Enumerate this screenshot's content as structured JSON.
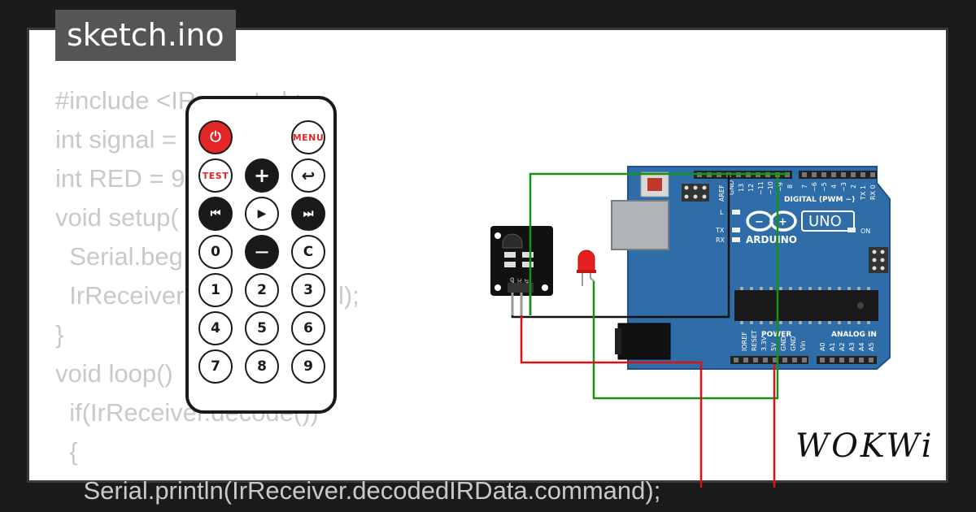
{
  "title": "sketch.ino",
  "code_lines": [
    "#include <IRremote.h>",
    "int signal = ",
    "int RED = 9",
    "void setup(",
    "  Serial.beg",
    "  IrReceiver                      l);",
    "}",
    "void loop()",
    "  if(IrReceiver.decode())",
    "  {",
    "    Serial.println(IrReceiver.decodedIRData.command);"
  ],
  "remote": {
    "buttons": [
      {
        "name": "power-button",
        "label": "⏻",
        "style": "red"
      },
      {
        "name": "menu-button",
        "label": "MENU",
        "style": "white-small"
      },
      {
        "name": "test-button",
        "label": "TEST",
        "style": "white-small"
      },
      {
        "name": "plus-button",
        "label": "+",
        "style": "black"
      },
      {
        "name": "back-button",
        "label": "↩",
        "style": "white"
      },
      {
        "name": "prev-button",
        "label": "⏮",
        "style": "black"
      },
      {
        "name": "play-button",
        "label": "▶",
        "style": "white"
      },
      {
        "name": "next-button",
        "label": "⏭",
        "style": "black"
      },
      {
        "name": "zero-button",
        "label": "0",
        "style": "white"
      },
      {
        "name": "minus-button",
        "label": "—",
        "style": "black"
      },
      {
        "name": "c-button",
        "label": "C",
        "style": "white"
      },
      {
        "name": "one-button",
        "label": "1",
        "style": "white"
      },
      {
        "name": "two-button",
        "label": "2",
        "style": "white"
      },
      {
        "name": "three-button",
        "label": "3",
        "style": "white"
      },
      {
        "name": "four-button",
        "label": "4",
        "style": "white"
      },
      {
        "name": "five-button",
        "label": "5",
        "style": "white"
      },
      {
        "name": "six-button",
        "label": "6",
        "style": "white"
      },
      {
        "name": "seven-button",
        "label": "7",
        "style": "white"
      },
      {
        "name": "eight-button",
        "label": "8",
        "style": "white"
      },
      {
        "name": "nine-button",
        "label": "9",
        "style": "white"
      }
    ]
  },
  "board": {
    "brand": "ARDUINO",
    "model": "UNO",
    "digital_label": "DIGITAL (PWM ~)",
    "power_label": "POWER",
    "analog_label": "ANALOG IN",
    "on_label": "ON",
    "l_label": "L",
    "tx_label": "TX",
    "rx_label": "RX",
    "digital_pins": [
      "AREF",
      "GND",
      "13",
      "12",
      "~11",
      "~10",
      "~9",
      "8",
      "7",
      "~6",
      "~5",
      "4",
      "~3",
      "2",
      "TX 1",
      "RX 0"
    ],
    "power_pins": [
      "IOREF",
      "RESET",
      "3.3V",
      "5V",
      "GND",
      "GND",
      "Vin"
    ],
    "analog_pins": [
      "A0",
      "A1",
      "A2",
      "A3",
      "A4",
      "A5"
    ],
    "board_color": "#2e6da8"
  },
  "ir_sensor": {
    "pins": [
      "GND",
      "VCC",
      "DAT"
    ]
  },
  "brand": "WOKWi",
  "colors": {
    "wire_green": "#149414",
    "wire_red": "#e01010",
    "wire_black": "#111111",
    "led_red": "#e62020"
  }
}
